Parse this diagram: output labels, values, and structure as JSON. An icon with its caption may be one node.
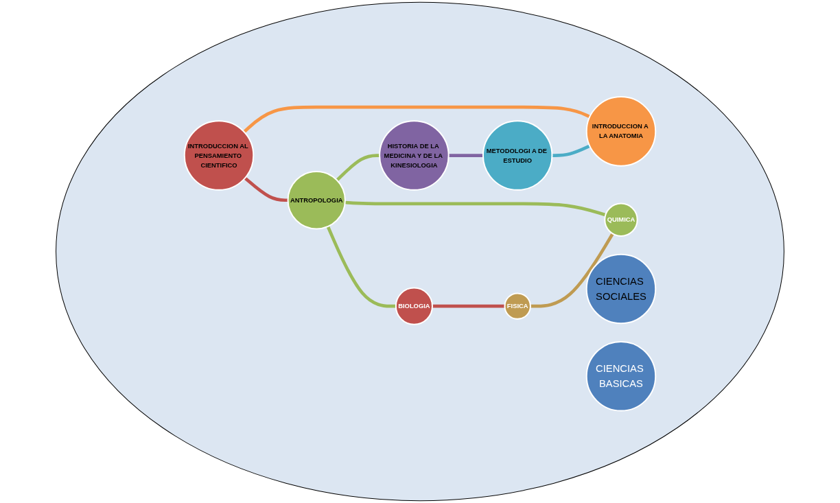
{
  "diagram": {
    "nodes": [
      {
        "text": [],
        "shape": "ellipse"
      },
      {
        "text": [
          "INTRODUCCION AL PENSAMIENTO CIENTIFICO"
        ],
        "in": 0
      },
      {
        "text": [
          "INTRODUCCION A LA ANATOMIA"
        ],
        "in": 0
      },
      {
        "text": [
          "CIENCIAS SOCIALES"
        ],
        "in": 0
      },
      {
        "text": [
          "ANTROPOLOGIA"
        ],
        "in": 0
      },
      {
        "text": [
          "BIOLOGIA"
        ],
        "in": 0
      },
      {
        "text": [
          "CIENCIAS BASICAS"
        ],
        "in": 0
      },
      {
        "text": [
          "METODOLOGI A DE ESTUDIO"
        ],
        "in": 0
      },
      {
        "text": [
          "QUIMICA"
        ],
        "in": 0
      },
      {
        "text": [
          "FISICA"
        ],
        "in": 0
      },
      {
        "text": [
          "HISTORIA DE LA MEDICINA Y DE LA KINESIOLOGIA"
        ],
        "in": 0
      }
    ],
    "edges": [
      {
        "from": 1,
        "to": 4,
        "arrow": "none",
        "color": "#c0504d"
      },
      {
        "from": 4,
        "to": 10,
        "arrow": "none",
        "color": "#9bbb59"
      },
      {
        "from": 10,
        "to": 7,
        "arrow": "none",
        "color": "#8064a2"
      },
      {
        "from": 7,
        "to": 2,
        "arrow": "none",
        "color": "#4bacc6"
      },
      {
        "from": 2,
        "to": 1,
        "arrow": "none",
        "color": "#f79646"
      },
      {
        "from": 4,
        "to": 5,
        "arrow": "none",
        "color": "#9bbb59"
      },
      {
        "from": 5,
        "to": 9,
        "arrow": "none",
        "color": "#c0504d"
      },
      {
        "from": 9,
        "to": 8,
        "arrow": "none",
        "color": "#bf9b52"
      },
      {
        "from": 8,
        "to": 4,
        "arrow": "none",
        "color": "#9bbb59"
      }
    ]
  }
}
